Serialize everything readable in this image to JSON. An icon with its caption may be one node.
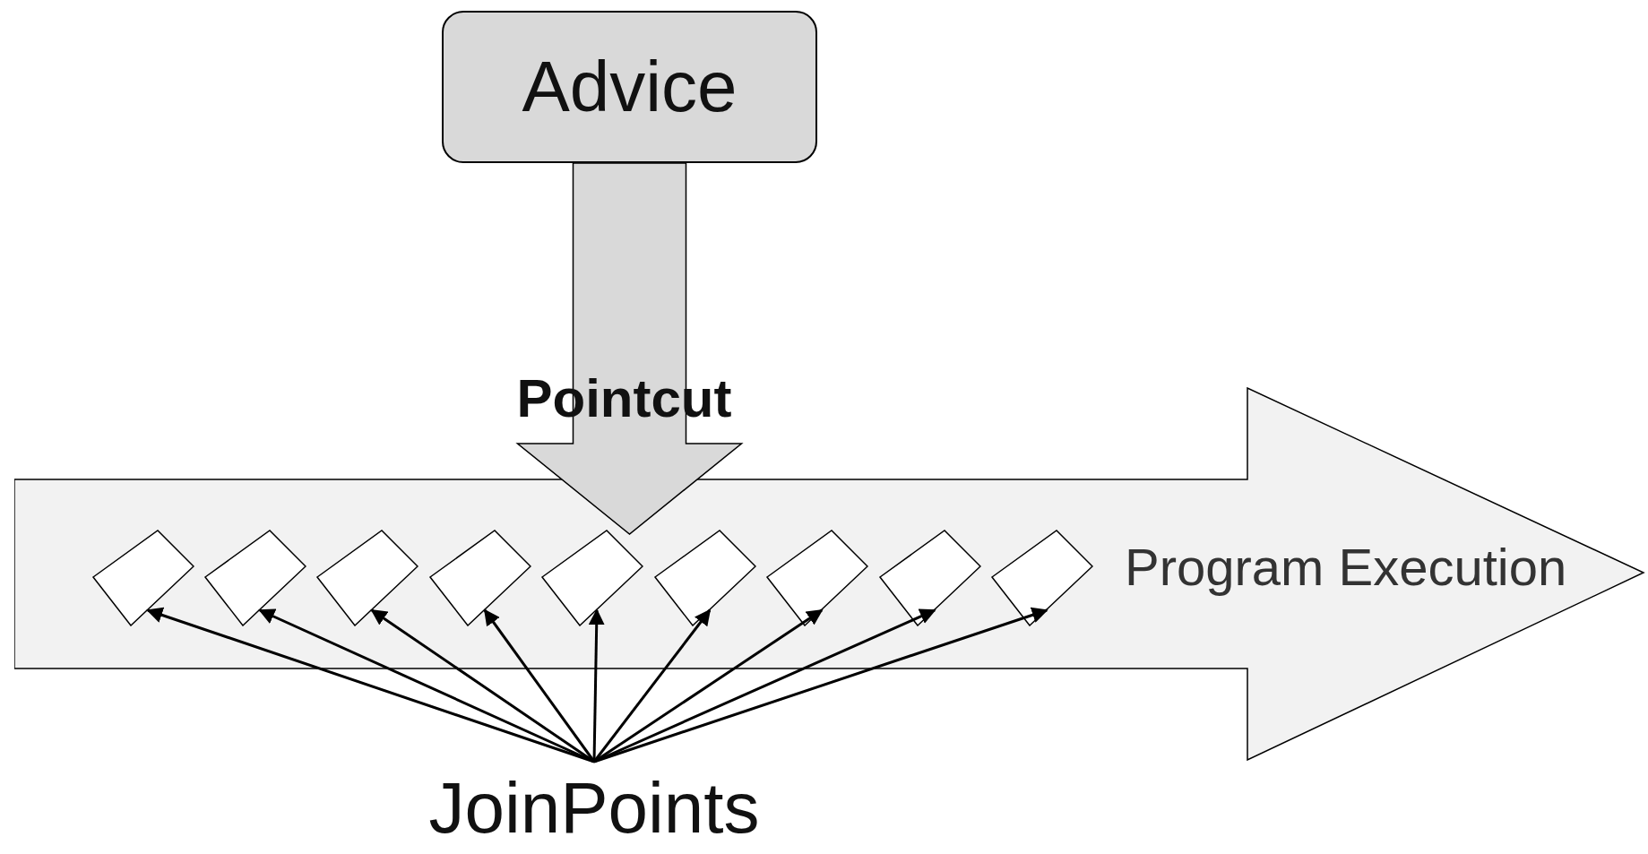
{
  "diagram": {
    "nodes": [
      {
        "text": [
          "Advice"
        ]
      },
      {
        "text": [
          "Program Execution"
        ]
      },
      {
        "text": [],
        "shape": "diamond",
        "in": 1
      },
      {
        "text": [],
        "shape": "diamond",
        "in": 1
      },
      {
        "text": [],
        "shape": "diamond",
        "in": 1
      },
      {
        "text": [],
        "shape": "diamond",
        "in": 1
      },
      {
        "text": [],
        "shape": "diamond",
        "in": 1
      },
      {
        "text": [],
        "shape": "diamond",
        "in": 1
      },
      {
        "text": [],
        "shape": "diamond",
        "in": 1
      },
      {
        "text": [],
        "shape": "diamond",
        "in": 1
      },
      {
        "text": [],
        "shape": "diamond",
        "in": 1
      },
      {
        "text": [
          "JoinPoints"
        ]
      }
    ],
    "edges": [
      {
        "from": 0,
        "to": 1,
        "arrow": "to",
        "label": "Pointcut",
        "style": "thick"
      },
      {
        "from": 11,
        "to": 2,
        "arrow": "to"
      },
      {
        "from": 11,
        "to": 3,
        "arrow": "to"
      },
      {
        "from": 11,
        "to": 4,
        "arrow": "to"
      },
      {
        "from": 11,
        "to": 5,
        "arrow": "to"
      },
      {
        "from": 11,
        "to": 6,
        "arrow": "to"
      },
      {
        "from": 11,
        "to": 7,
        "arrow": "to"
      },
      {
        "from": 11,
        "to": 8,
        "arrow": "to"
      },
      {
        "from": 11,
        "to": 9,
        "arrow": "to"
      },
      {
        "from": 11,
        "to": 10,
        "arrow": "to"
      }
    ]
  }
}
